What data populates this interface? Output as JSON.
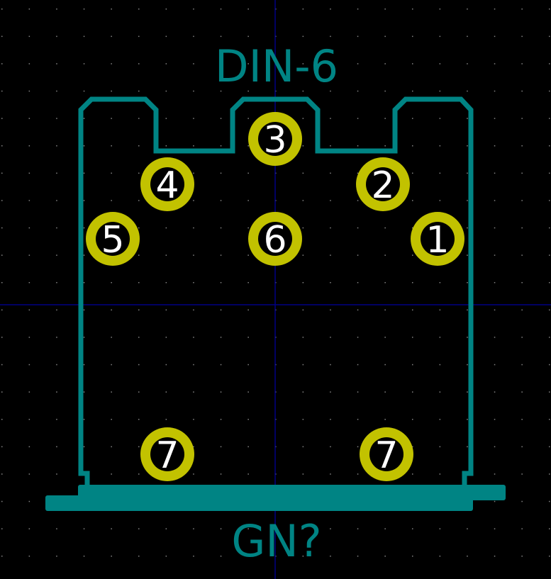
{
  "footprint": {
    "value_text": "DIN-6",
    "reference_text": "GN?",
    "pads": [
      {
        "number": "3"
      },
      {
        "number": "4"
      },
      {
        "number": "2"
      },
      {
        "number": "5"
      },
      {
        "number": "6"
      },
      {
        "number": "1"
      },
      {
        "number": "7"
      },
      {
        "number": "7"
      }
    ]
  },
  "colors": {
    "background": "#000000",
    "silkscreen": "#008484",
    "pad": "#c2c200",
    "pad_number": "#ffffff",
    "axis": "#000084",
    "grid_dot": "#848484"
  }
}
